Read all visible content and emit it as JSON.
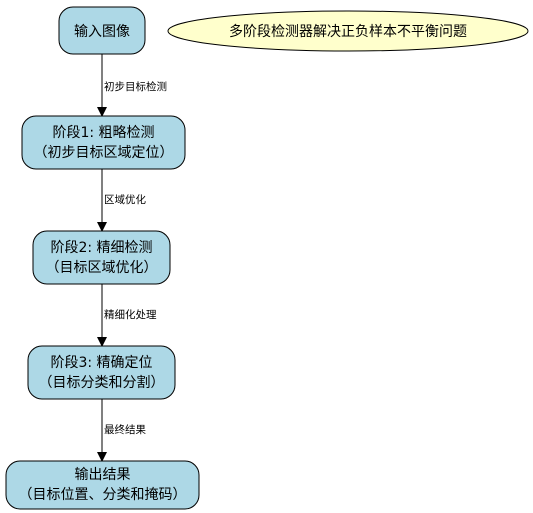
{
  "colors": {
    "node_fill": "#add8e6",
    "node_stroke": "#000000",
    "note_fill": "#ffffcc",
    "edge": "#000000"
  },
  "nodes": {
    "input": {
      "line1": "输入图像"
    },
    "stage1": {
      "line1": "阶段1: 粗略检测",
      "line2": "（初步目标区域定位）"
    },
    "stage2": {
      "line1": "阶段2: 精细检测",
      "line2": "（目标区域优化）"
    },
    "stage3": {
      "line1": "阶段3: 精确定位",
      "line2": "（目标分类和分割）"
    },
    "output": {
      "line1": "输出结果",
      "line2": "（目标位置、分类和掩码）"
    }
  },
  "edges": {
    "e1": "初步目标检测",
    "e2": "区域优化",
    "e3": "精细化处理",
    "e4": "最终结果"
  },
  "note": {
    "text": "多阶段检测器解决正负样本不平衡问题"
  }
}
